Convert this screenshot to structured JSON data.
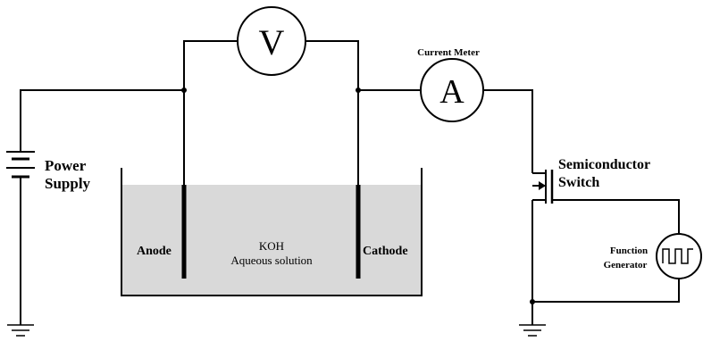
{
  "labels": {
    "power_supply_line1": "Power",
    "power_supply_line2": "Supply",
    "anode": "Anode",
    "cathode": "Cathode",
    "solution_line1": "KOH",
    "solution_line2": "Aqueous solution",
    "current_meter": "Current Meter",
    "switch_line1": "Semiconductor",
    "switch_line2": "Switch",
    "function_gen_line1": "Function",
    "function_gen_line2": "Generator"
  },
  "meters": {
    "voltmeter_symbol": "V",
    "ammeter_symbol": "A"
  },
  "colors": {
    "wire": "#000000",
    "solution": "#d9d9d9",
    "background": "#ffffff"
  }
}
